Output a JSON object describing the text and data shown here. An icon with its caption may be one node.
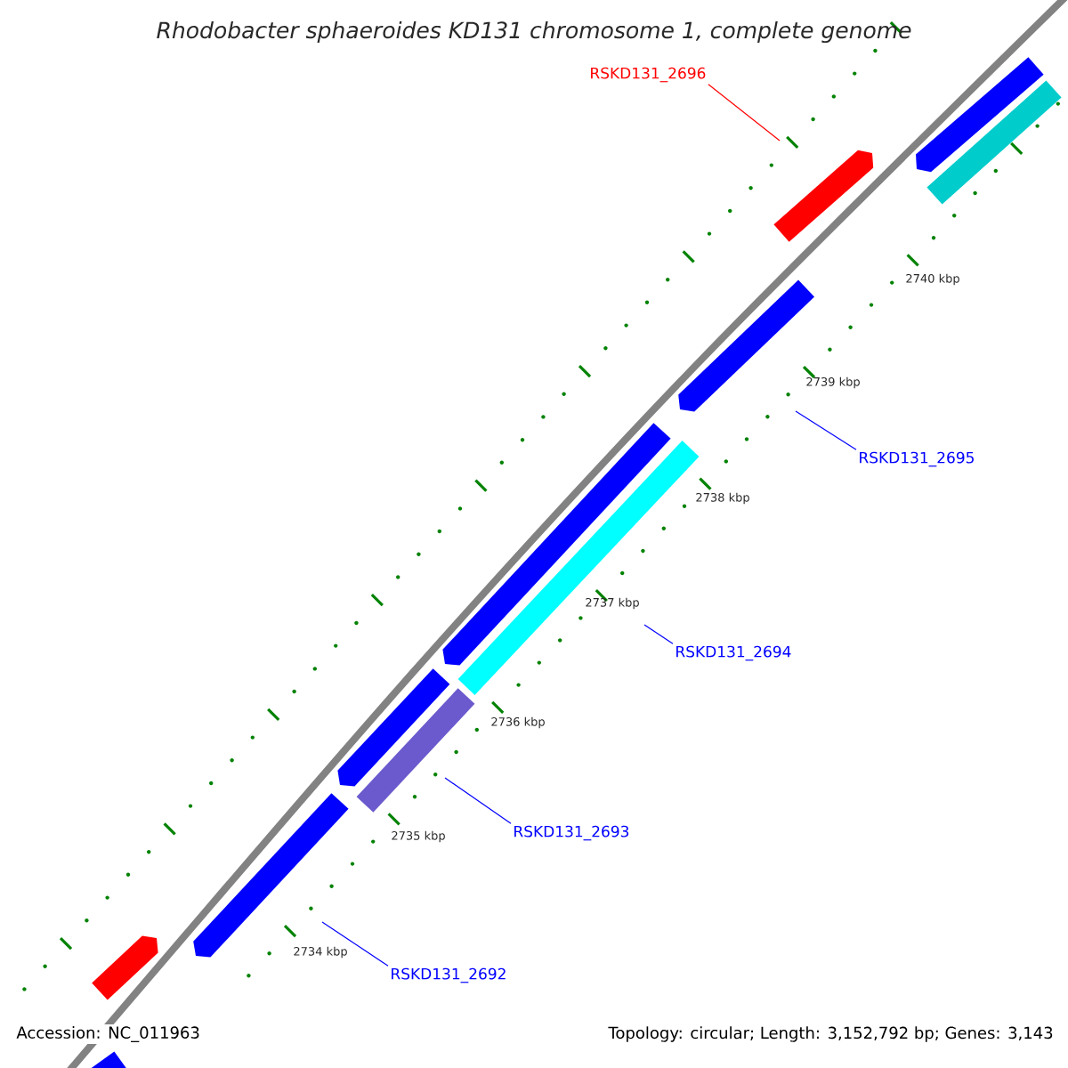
{
  "diagram": {
    "title": "Rhodobacter sphaeroides KD131 chromosome 1, complete genome",
    "nodes": [
      {
        "text": [
          "RSKD131_2696"
        ]
      },
      {
        "text": [
          "RSKD131_2695"
        ]
      },
      {
        "text": [
          "RSKD131_2694"
        ]
      },
      {
        "text": [
          "RSKD131_2693"
        ]
      },
      {
        "text": [
          "RSKD131_2692"
        ]
      }
    ],
    "edges": [
      {
        "from": 0,
        "to": null,
        "arrow": "none",
        "color": "#ff0000"
      },
      {
        "from": 1,
        "to": null,
        "arrow": "none"
      },
      {
        "from": 2,
        "to": null,
        "arrow": "none"
      },
      {
        "from": 3,
        "to": null,
        "arrow": "none"
      },
      {
        "from": 4,
        "to": null,
        "arrow": "none"
      }
    ],
    "labels": [
      "2740 kbp",
      "2739 kbp",
      "2738 kbp",
      "2737 kbp",
      "2736 kbp",
      "2735 kbp",
      "2734 kbp",
      "Accession: NC_011963",
      "Topology: circular; Length: 3,152,792 bp; Genes: 3,143"
    ]
  }
}
